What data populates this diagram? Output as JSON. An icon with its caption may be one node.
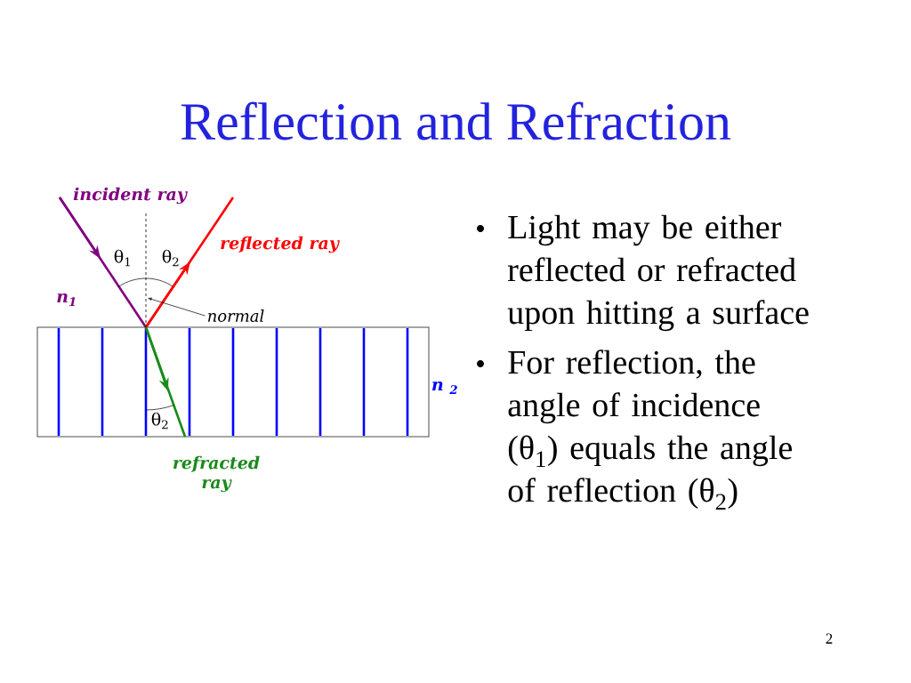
{
  "diagram": {
    "title": "Reflection and Refraction",
    "nodes": [
      {
        "text": [
          "normal"
        ]
      },
      {
        "text": [],
        "shape": "line"
      }
    ],
    "edges": [
      {
        "from": 0,
        "to": 1,
        "arrow": "to"
      }
    ],
    "labels": [
      "incident ray",
      "θ$_{1}$",
      "θ$_{2}$",
      "reflected ray",
      "n$_{1}$",
      "n $_{2}$",
      "θ$_{2}$",
      "refracted ray",
      "Light may be either reflected or refracted upon hitting a surface",
      "For reflection, the angle of incidence (θ$_{1}$) equals the angle of reflection (θ$_{2}$)",
      "2"
    ]
  }
}
